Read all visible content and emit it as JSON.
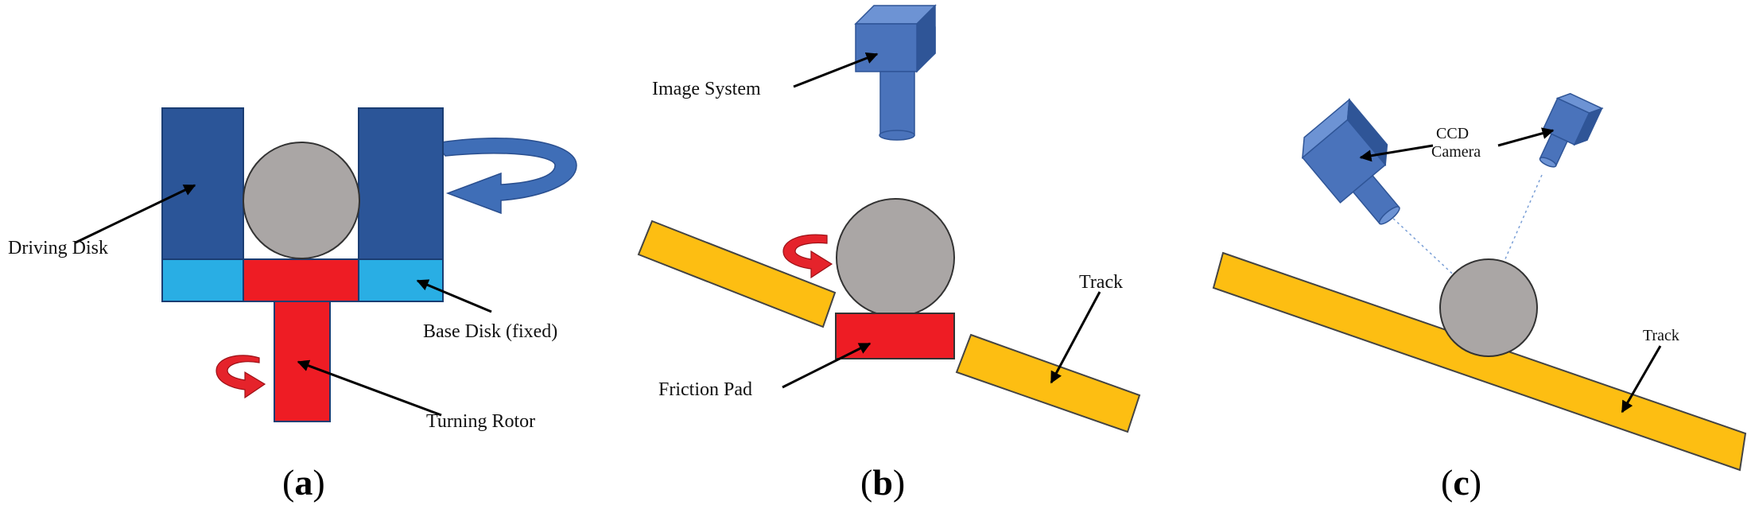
{
  "panels": [
    {
      "caption_open": "(",
      "caption_letter": "a",
      "caption_close": ")",
      "labels": {
        "driving_disk": "Driving Disk",
        "base_disk": "Base Disk (fixed)",
        "turning_rotor": "Turning Rotor"
      }
    },
    {
      "caption_open": "(",
      "caption_letter": "b",
      "caption_close": ")",
      "labels": {
        "image_system": "Image System",
        "track": "Track",
        "friction_pad": "Friction Pad"
      }
    },
    {
      "caption_open": "(",
      "caption_letter": "c",
      "caption_close": ")",
      "labels": {
        "ccd_line1": "CCD",
        "ccd_line2": "Camera",
        "track": "Track"
      }
    }
  ],
  "colors": {
    "driving_disk": "#2b5598",
    "base_disk": "#29aee4",
    "rotor": "#ee1c24",
    "ball": "#aaa6a5",
    "track": "#fdbe12",
    "camera": "#4a73bb",
    "rotation_arrow_blue": "#3f6eb7",
    "rotation_arrow_red": "#e5232b"
  }
}
